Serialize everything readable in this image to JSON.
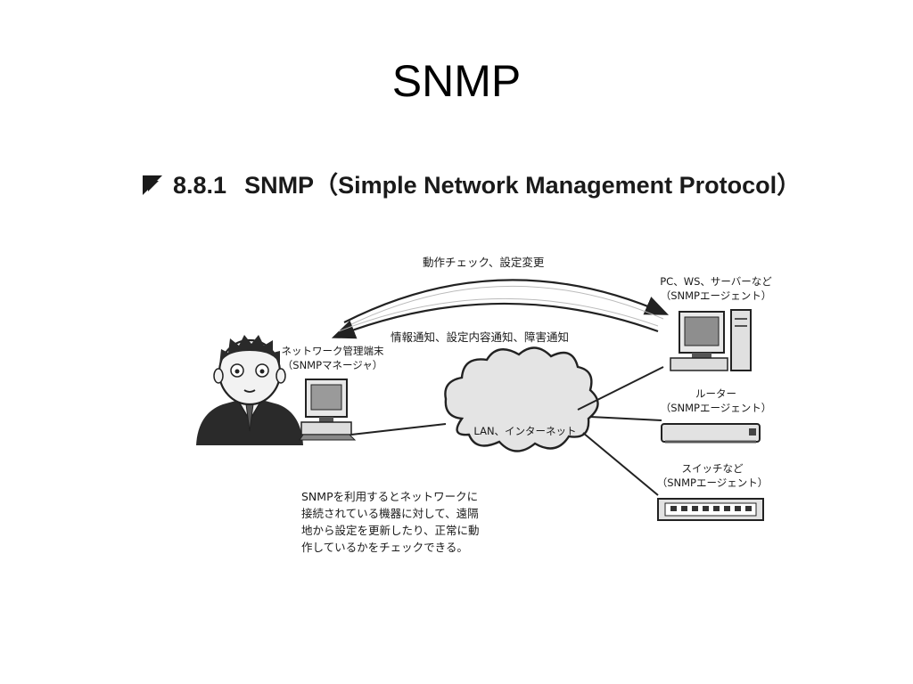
{
  "slide": {
    "title": "SNMP"
  },
  "heading": {
    "number": "8.8.1",
    "text": "SNMP（Simple Network Management Protocol）"
  },
  "diagram": {
    "arrow_top_label": "動作チェック、設定変更",
    "arrow_bottom_label": "情報通知、設定内容通知、障害通知",
    "manager": {
      "line1": "ネットワーク管理端末",
      "line2": "（SNMPマネージャ）"
    },
    "pc_agent": {
      "line1": "PC、WS、サーバーなど",
      "line2": "（SNMPエージェント）"
    },
    "router_agent": {
      "line1": "ルーター",
      "line2": "（SNMPエージェント）"
    },
    "switch_agent": {
      "line1": "スイッチなど",
      "line2": "（SNMPエージェント）"
    },
    "network_label": "LAN、インターネット",
    "description": [
      "SNMPを利用するとネットワークに",
      "接続されている機器に対して、遠隔",
      "地から設定を更新したり、正常に動",
      "作しているかをチェックできる。"
    ]
  }
}
